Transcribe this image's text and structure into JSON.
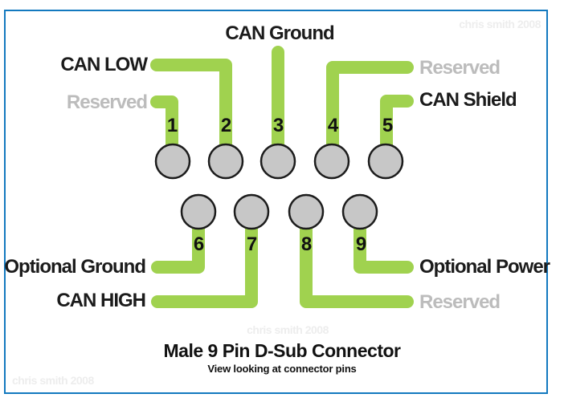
{
  "title": "Male 9 Pin D-Sub Connector",
  "subtitle": "View looking at connector pins",
  "watermark": "chris smith 2008",
  "colors": {
    "trace": "#a0d24f",
    "pin_fill": "#c7c7c7",
    "pin_stroke": "#1c1c1c",
    "border": "#1379bf",
    "label": "#1b1b1b",
    "reserved_label": "#bcbcbc",
    "watermark": "#ededed"
  },
  "pins": [
    {
      "number": "1",
      "label": "Reserved",
      "reserved": true
    },
    {
      "number": "2",
      "label": "CAN LOW",
      "reserved": false
    },
    {
      "number": "3",
      "label": "CAN Ground",
      "reserved": false
    },
    {
      "number": "4",
      "label": "Reserved",
      "reserved": true
    },
    {
      "number": "5",
      "label": "CAN Shield",
      "reserved": false
    },
    {
      "number": "6",
      "label": "Optional Ground",
      "reserved": false
    },
    {
      "number": "7",
      "label": "CAN HIGH",
      "reserved": false
    },
    {
      "number": "8",
      "label": "Reserved",
      "reserved": true
    },
    {
      "number": "9",
      "label": "Optional Power",
      "reserved": false
    }
  ]
}
